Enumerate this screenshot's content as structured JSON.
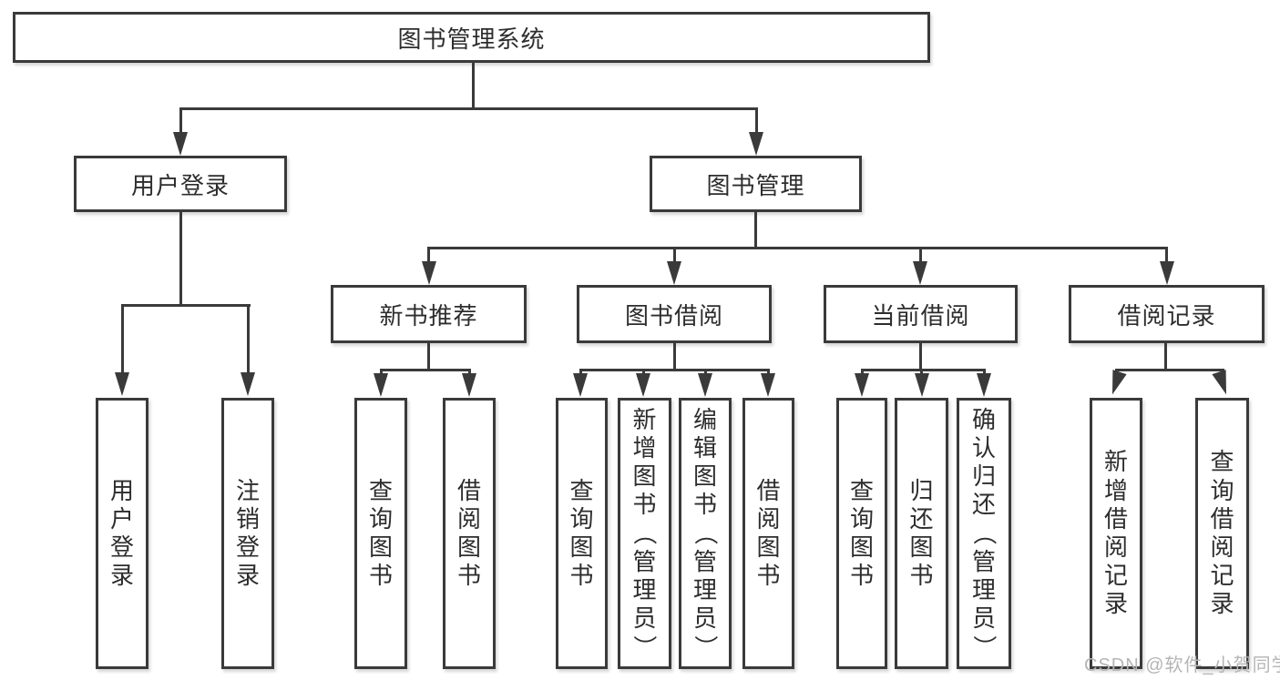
{
  "diagram": {
    "root": "图书管理系统",
    "level2": {
      "user_login": "用户登录",
      "book_mgmt": "图书管理"
    },
    "level3": {
      "new_books": "新书推荐",
      "book_borrow": "图书借阅",
      "current_borrow": "当前借阅",
      "borrow_records": "借阅记录"
    },
    "leaves": {
      "user": [
        "用户登录",
        "注销登录"
      ],
      "new_books": [
        "查询图书",
        "借阅图书"
      ],
      "book_borrow": [
        "查询图书",
        "新增图书（管理员）",
        "编辑图书（管理员）",
        "借阅图书"
      ],
      "current_borrow": [
        "查询图书",
        "归还图书",
        "确认归还（管理员）"
      ],
      "borrow_records": [
        "新增借阅记录",
        "查询借阅记录"
      ]
    }
  },
  "watermark": "CSDN @软件_小贺同学",
  "colors": {
    "line": "#3a3a3a",
    "text": "#2d2d2d",
    "watermark": "#b5b5b5",
    "background": "#ffffff"
  }
}
